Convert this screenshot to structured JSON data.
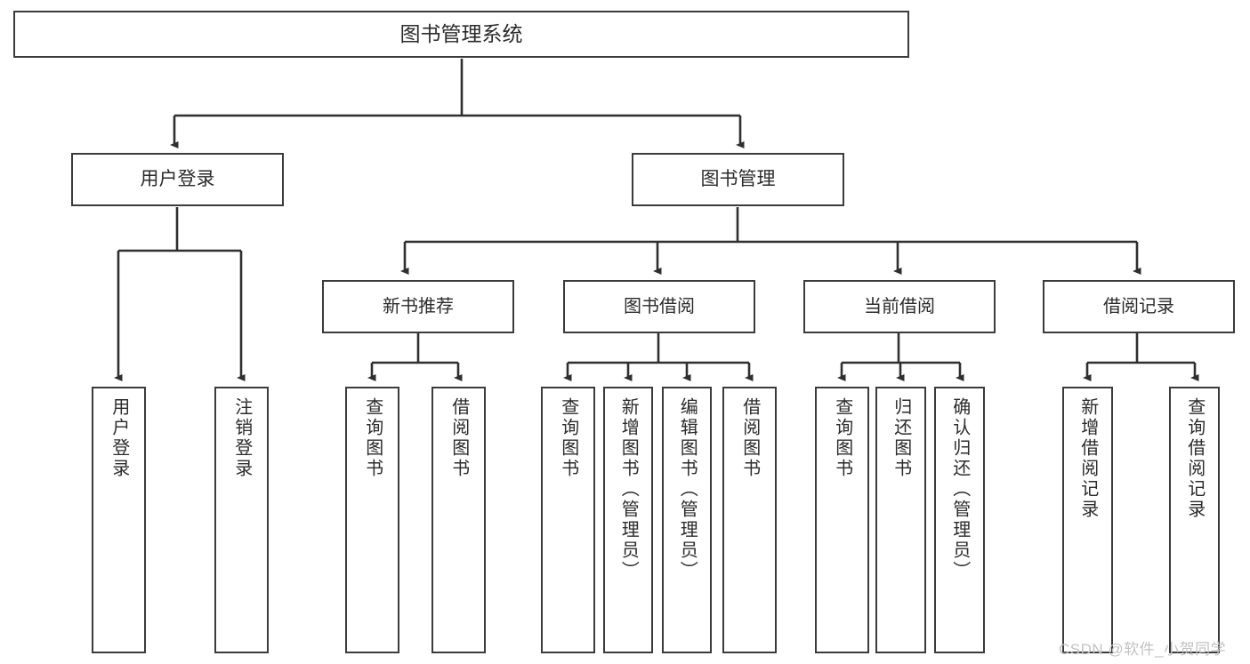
{
  "diagram": {
    "title": "图书管理系统",
    "type": "功能结构图",
    "root": {
      "label": "图书管理系统"
    },
    "level2": [
      {
        "label": "用户登录"
      },
      {
        "label": "图书管理"
      }
    ],
    "level3": [
      {
        "label": "新书推荐"
      },
      {
        "label": "图书借阅"
      },
      {
        "label": "当前借阅"
      },
      {
        "label": "借阅记录"
      }
    ],
    "leaves": {
      "user_login": [
        {
          "label": "用户登录"
        },
        {
          "label": "注销登录"
        }
      ],
      "new_book_recommend": [
        {
          "label": "查询图书"
        },
        {
          "label": "借阅图书"
        }
      ],
      "book_borrow": [
        {
          "label": "查询图书"
        },
        {
          "label": "新增图书（管理员）"
        },
        {
          "label": "编辑图书（管理员）"
        },
        {
          "label": "借阅图书"
        }
      ],
      "current_borrow": [
        {
          "label": "查询图书"
        },
        {
          "label": "归还图书"
        },
        {
          "label": "确认归还（管理员）"
        }
      ],
      "borrow_record": [
        {
          "label": "新增借阅记录"
        },
        {
          "label": "查询借阅记录"
        }
      ]
    }
  },
  "watermark": {
    "text": "CSDN @软件_小贺同学"
  },
  "colors": {
    "stroke": "#3b3b3b",
    "text": "#2b2b2b",
    "background": "#ffffff",
    "watermark": "#c2c2c2"
  }
}
